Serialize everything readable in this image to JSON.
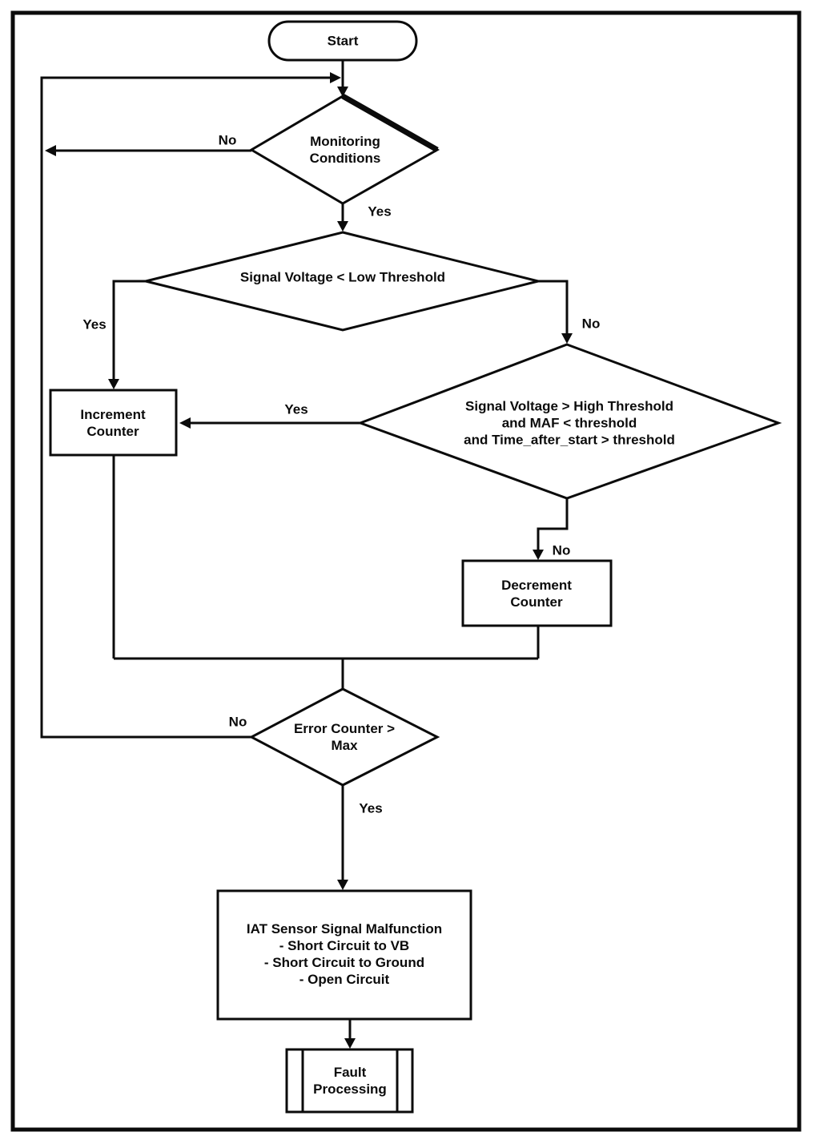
{
  "diagram": {
    "title": "IAT sensor signal fault detection flowchart",
    "colors": {
      "ink": "#0b0b0b",
      "paper": "#ffffff"
    },
    "nodes": {
      "start": {
        "label": "Start",
        "type": "terminator"
      },
      "monitoring": {
        "label": "Monitoring\nConditions",
        "type": "decision"
      },
      "low_threshold": {
        "label": "Signal Voltage < Low Threshold",
        "type": "decision"
      },
      "high_threshold": {
        "label": "Signal Voltage > High Threshold\nand MAF < threshold\nand Time_after_start > threshold",
        "type": "decision"
      },
      "increment": {
        "label": "Increment\nCounter",
        "type": "process"
      },
      "decrement": {
        "label": "Decrement\nCounter",
        "type": "process"
      },
      "error_counter": {
        "label": "Error Counter >\nMax",
        "type": "decision"
      },
      "malfunction": {
        "label": "IAT Sensor Signal Malfunction\n- Short Circuit to VB\n- Short Circuit to Ground\n- Open Circuit",
        "type": "process"
      },
      "fault_processing": {
        "label": "Fault\nProcessing",
        "type": "predefined-process"
      }
    },
    "edge_labels": {
      "monitoring_no": "No",
      "monitoring_yes": "Yes",
      "low_threshold_yes": "Yes",
      "low_threshold_no": "No",
      "high_threshold_yes": "Yes",
      "high_threshold_no": "No",
      "error_counter_no": "No",
      "error_counter_yes": "Yes"
    }
  }
}
